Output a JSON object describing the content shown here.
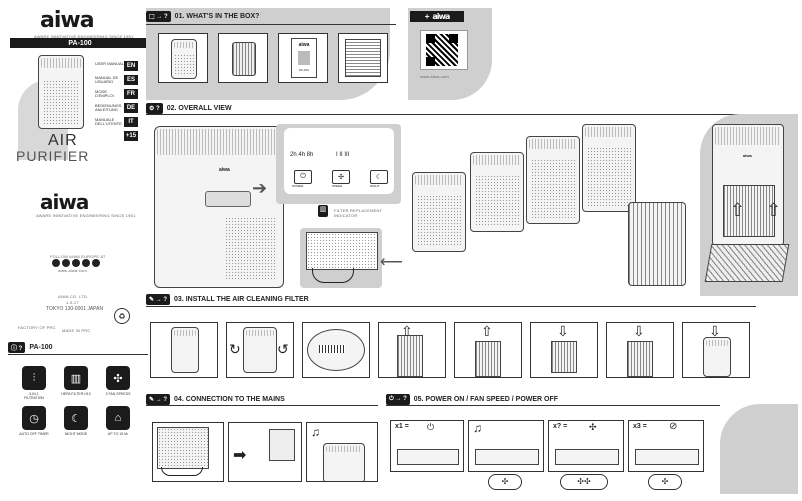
{
  "brand": {
    "logo": "aiwa",
    "tagline": "AWARE INNOVATIVE ENGINEERING SINCE 1951",
    "model": "PA-100",
    "product_line1": "AIR",
    "product_line2": "PURIFIER",
    "tagline2": "AWARE INNOVATIVE ENGINEERING SINCE 1951"
  },
  "languages": [
    {
      "code": "EN",
      "text": "USER MANUAL"
    },
    {
      "code": "ES",
      "text": "MANUAL DE USUARIO"
    },
    {
      "code": "FR",
      "text": "MODE D'EMPLOI"
    },
    {
      "code": "DE",
      "text": "BEDIENUNGS ANLEITUNG"
    },
    {
      "code": "IT",
      "text": "MANUALE DELL'UTENTE"
    },
    {
      "code": "+15",
      "text": ""
    }
  ],
  "social": {
    "label": "FOLLOW AIWA EUROPE AT",
    "url": "www.aiwa.com"
  },
  "company": {
    "line1": "AIWA CO. LTD.",
    "line2": "1-9-17",
    "line3": "TOKYO 130-0001 JAPAN"
  },
  "footer_left": {
    "made_in": "MADE IN PRC",
    "left_small": "FACTORY OF PRC"
  },
  "pa_section": {
    "model": "PA-100",
    "features": [
      {
        "icon": "filter-icon",
        "label": "3-IN-1 FILTRATION"
      },
      {
        "icon": "hepa-icon",
        "label": "HEPA FILTER H13"
      },
      {
        "icon": "fan-icon",
        "label": "3 FAN SPEEDS"
      },
      {
        "icon": "timer-icon",
        "label": "AUTO OFF TIMER"
      },
      {
        "icon": "sleep-icon",
        "label": "NIGHT MODE"
      },
      {
        "icon": "room-icon",
        "label": "UP TO 15 M²"
      }
    ]
  },
  "sections": {
    "s01": "01. WHAT'S IN THE BOX?",
    "s02": "02. OVERALL VIEW",
    "s03": "03. INSTALL THE AIR CLEANING FILTER",
    "s04": "04. CONNECTION TO THE MAINS",
    "s05": "05. POWER ON / FAN SPEED / POWER OFF"
  },
  "box_items": {
    "manual_title": "aiwa",
    "manual_model": "PA-100"
  },
  "qr_panel": {
    "plus": "+",
    "logo": "aiwa",
    "url": "www.aiwa.com"
  },
  "control_panel": {
    "timers": "2h  4h  8h",
    "speeds": "I  II  III",
    "btn_power": "POWER",
    "btn_speed": "SPEED",
    "btn_night": "NIGHT",
    "filter_label": "FILTER REPLACEMENT INDICATOR"
  },
  "unit_label": "aiwa",
  "power_steps": {
    "step1": "x1 =",
    "step2": "x? =",
    "step3": "x3 ="
  }
}
